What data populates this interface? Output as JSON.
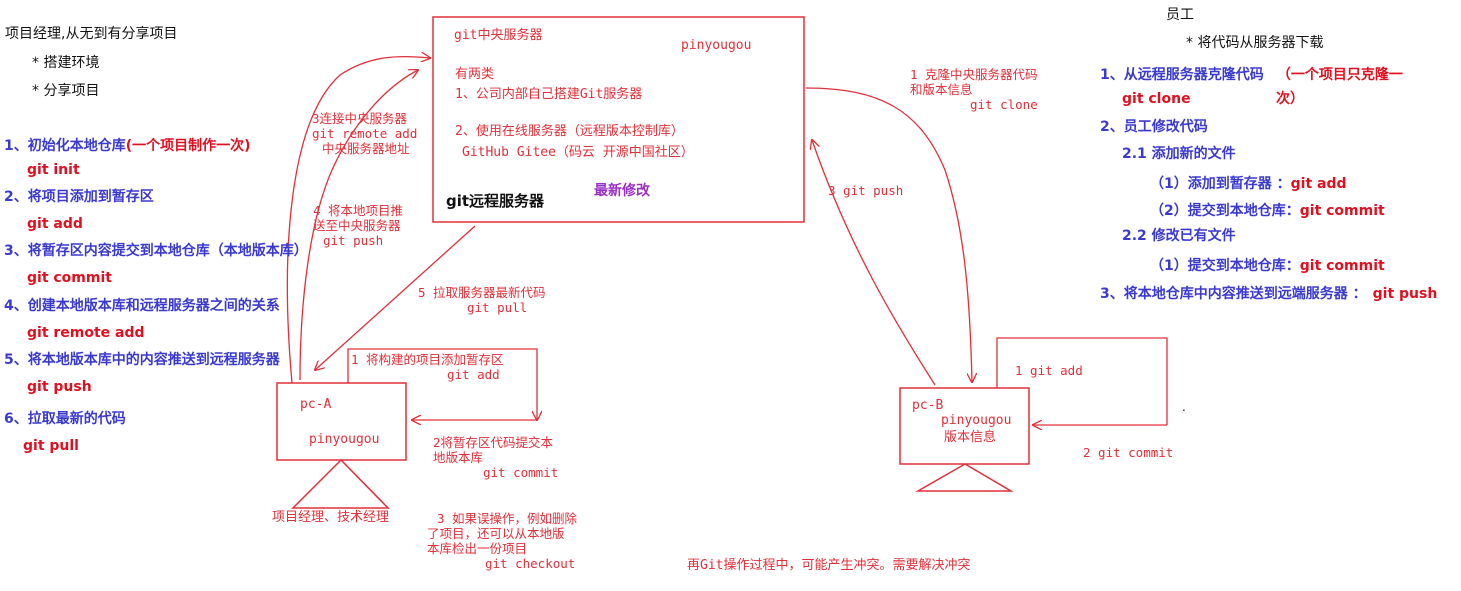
{
  "left_panel": {
    "title": "项目经理,从无到有分享项目",
    "bullet1": "*  搭建环境",
    "bullet2": "*  分享项目",
    "steps": [
      {
        "label": "1、初始化本地仓库",
        "note": "(一个项目制作一次)",
        "cmd": "git init"
      },
      {
        "label": "2、将项目添加到暂存区",
        "cmd": "git add"
      },
      {
        "label": "3、将暂存区内容提交到本地仓库（本地版本库）",
        "cmd": "git commit"
      },
      {
        "label": "4、创建本地版本库和远程服务器之间的关系",
        "cmd": "git remote add"
      },
      {
        "label": "5、将本地版本库中的内容推送到远程服务器",
        "cmd": "git push"
      },
      {
        "label": "6、拉取最新的代码",
        "cmd": "git pull"
      }
    ]
  },
  "server": {
    "title": "git中央服务器",
    "project": "pinyougou",
    "kinds": "有两类",
    "kind1": "1、公司内部自己搭建Git服务器",
    "kind2": "2、使用在线服务器（远程版本控制库）",
    "kind2_examples": "GitHub  Gitee（码云 开源中国社区）",
    "remote_label": "git远程服务器",
    "latest_label": "最新修改"
  },
  "pc_a": {
    "name": "pc-A",
    "project": "pinyougou",
    "caption": "项目经理、技术经理"
  },
  "pc_b": {
    "name": "pc-B",
    "project": "pinyougou",
    "info": "版本信息"
  },
  "annotations": {
    "a3_line1": "3连接中央服务器",
    "a3_line2": "git remote add",
    "a3_line3": "中央服务器地址",
    "a4_line1": "4 将本地项目推",
    "a4_line2": "送至中央服务器",
    "a4_line3": "git push",
    "a5_line1": "5 拉取服务器最新代码",
    "a5_line2": "git pull",
    "a1_line1": "1 将构建的项目添加暂存区",
    "a1_line2": "git add",
    "a2_line1": "2将暂存区代码提交本",
    "a2_line2": "地版本库",
    "a2_line3": "git commit",
    "a3c_line1": "3 如果误操作，例如删除",
    "a3c_line2": "了项目，还可以从本地版",
    "a3c_line3": "本库检出一份项目",
    "a3c_line4": "git checkout",
    "b1_line1": "1 克隆中央服务器代码",
    "b1_line2": "和版本信息",
    "b1_line3": "git clone",
    "b3_push": "3 git push",
    "b_add": "1 git add",
    "b_commit": "2 git commit",
    "conflict": "再Git操作过程中，可能产生冲突。需要解决冲突"
  },
  "right_panel": {
    "title": "员工",
    "subtitle": "* 将代码从服务器下载",
    "s1_label": "1、从远程服务器克隆代码",
    "s1_note_a": "（一个项目只克隆一",
    "s1_note_b": "次）",
    "s1_cmd": "git clone",
    "s2_label": "2、员工修改代码",
    "s21_label": "2.1 添加新的文件",
    "s21_a_label": "（1）添加到暂存器  ：",
    "s21_a_cmd": "git add",
    "s21_b_label": "（2）提交到本地仓库：",
    "s21_b_cmd": "git commit",
    "s22_label": "2.2 修改已有文件",
    "s22_a_label": "（1）提交到本地仓库：",
    "s22_a_cmd": "git commit",
    "s3_label": "3、将本地仓库中内容推送到远端服务器  ：",
    "s3_cmd": "git push",
    "dot": "."
  }
}
